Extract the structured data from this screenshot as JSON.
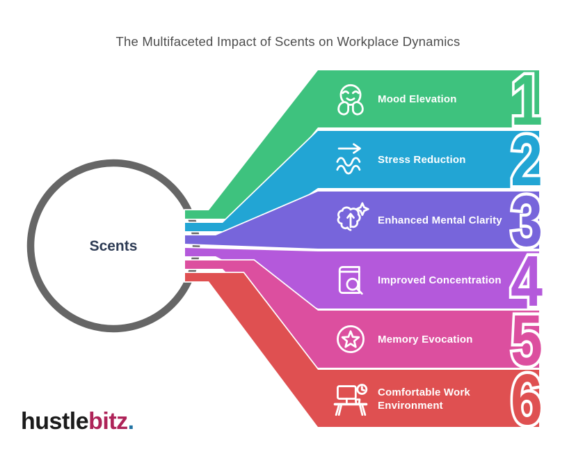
{
  "title": "The Multifaceted Impact of Scents on Workplace Dynamics",
  "center": {
    "label": "Scents"
  },
  "rows": [
    {
      "number": "1",
      "label": "Mood Elevation",
      "color": "#3ec27e",
      "icon": "relieved-face-icon"
    },
    {
      "number": "2",
      "label": "Stress Reduction",
      "color": "#22a5d4",
      "icon": "waves-arrow-icon"
    },
    {
      "number": "3",
      "label": "Enhanced Mental Clarity",
      "color": "#7765db",
      "icon": "brain-sparkle-icon"
    },
    {
      "number": "4",
      "label": "Improved Concentration",
      "color": "#b459db",
      "icon": "book-magnifier-icon"
    },
    {
      "number": "5",
      "label": "Memory Evocation",
      "color": "#dc4f9f",
      "icon": "star-badge-icon"
    },
    {
      "number": "6",
      "label": "Comfortable Work",
      "label_line2": "Environment",
      "color": "#df5051",
      "icon": "workspace-icon"
    }
  ],
  "logo": {
    "part1": "hustle",
    "part2": "bitz",
    "dot": ".",
    "color_part1": "#1b1b1b",
    "color_part2": "#ae2358",
    "color_dot": "#2173a3"
  },
  "colors": {
    "ring": "#666666",
    "title_text": "#4d4d4d",
    "center_text": "#2d3b54",
    "background": "#ffffff"
  }
}
